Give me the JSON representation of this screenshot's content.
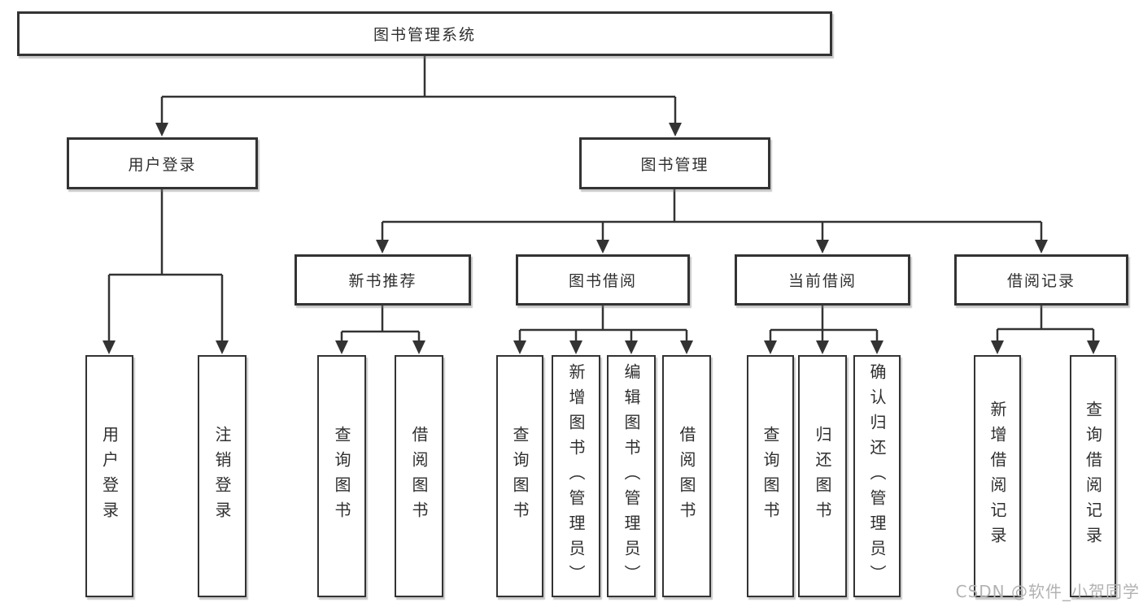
{
  "colors": {
    "line": "#333333",
    "box_border": "#333333",
    "box_fill": "#ffffff",
    "text": "#2f2f2f",
    "watermark": "#b2b2b2"
  },
  "watermark": {
    "text": "CSDN @软件_小贺同学"
  },
  "tree": {
    "label": "图书管理系统",
    "children": [
      {
        "label": "用户登录",
        "children": [
          {
            "label": "用户登录"
          },
          {
            "label": "注销登录"
          }
        ]
      },
      {
        "label": "图书管理",
        "children": [
          {
            "label": "新书推荐",
            "children": [
              {
                "label": "查询图书"
              },
              {
                "label": "借阅图书"
              }
            ]
          },
          {
            "label": "图书借阅",
            "children": [
              {
                "label": "查询图书"
              },
              {
                "label": "新增图书（管理员）"
              },
              {
                "label": "编辑图书（管理员）"
              },
              {
                "label": "借阅图书"
              }
            ]
          },
          {
            "label": "当前借阅",
            "children": [
              {
                "label": "查询图书"
              },
              {
                "label": "归还图书"
              },
              {
                "label": "确认归还（管理员）"
              }
            ]
          },
          {
            "label": "借阅记录",
            "children": [
              {
                "label": "新增借阅记录"
              },
              {
                "label": "查询借阅记录"
              }
            ]
          }
        ]
      }
    ]
  }
}
